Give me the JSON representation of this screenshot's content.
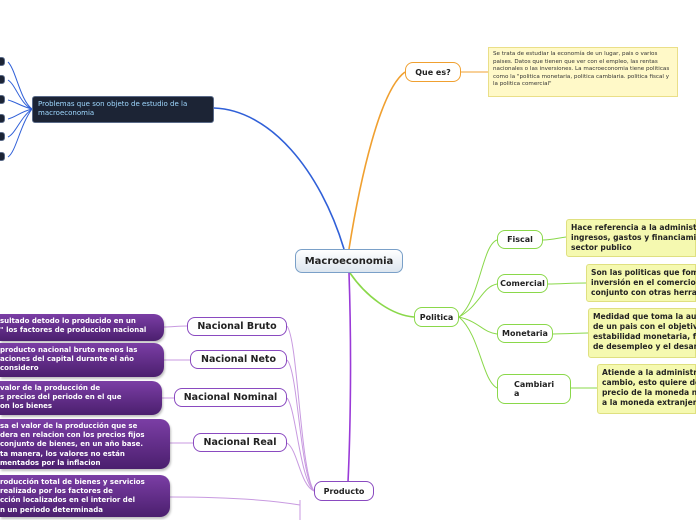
{
  "center": "Macroeconomia",
  "que_es": {
    "label": "Que es?",
    "note": [
      "Se trata de estudiar la economía de un lugar, pais o varios",
      "paises. Datos que tienen que ver con el empleo, las rentas",
      "nacionales o las inversiones. La macroeconomia tiene politicas",
      "como la \"politica monetaria, politica cambiaria. politica fiscal y",
      "la politica comercial\""
    ]
  },
  "problemas": {
    "label": [
      "Problemas que son objeto de estudio de la",
      "macroeconomia"
    ],
    "leaf_count": 6
  },
  "politica": {
    "label": "Politica",
    "children": [
      {
        "label": [
          "Fiscal"
        ],
        "note": [
          "Hace referencia a la administra",
          "ingresos, gastos y financiamies",
          "sector publico"
        ]
      },
      {
        "label": [
          "Comercial"
        ],
        "note": [
          "Son las politicas que fomen",
          "inversión en el comercio in",
          "conjunto con otras herram"
        ]
      },
      {
        "label": [
          "Monetaria"
        ],
        "note": [
          "Medidad que toma la auto",
          "de un pais con el objetivo",
          "estabilidad monetaria, fin",
          "de desempleo y el desarrol"
        ]
      },
      {
        "label": [
          "Cambiari",
          "a"
        ],
        "note": [
          "Atiende a la administra",
          "cambio, esto quiere dec",
          "precio de la moneda nac",
          "a la moneda extranjera"
        ]
      }
    ]
  },
  "producto": {
    "label": "Producto",
    "children": [
      {
        "label": "Nacional Bruto",
        "note": [
          "sultado detodo lo producido en un",
          "\" los factores de produccion nacional"
        ]
      },
      {
        "label": "Nacional Neto",
        "note": [
          "producto nacional bruto menos las",
          "aciones del capital durante el año",
          "considero"
        ]
      },
      {
        "label": "Nacional Nominal",
        "note": [
          "valor de la producción de",
          "s precios del periodo en el que",
          "on los bienes"
        ]
      },
      {
        "label": "Nacional Real",
        "note": [
          "sa el valor de la producción que se",
          "dera en relacion con los precios fijos",
          "conjunto de bienes, en un año base.",
          "ta manera, los valores no están",
          "mentados por la inflacion"
        ]
      },
      {
        "label": "",
        "note": [
          "roducción total de bienes y servicios",
          "realizado por los factores de",
          "cción localizados en el interior del",
          "n un periodo determinada"
        ]
      }
    ]
  },
  "colors": {
    "que_es": "#f0a030",
    "problemas": "#3060d8",
    "politica": "#8ad84a",
    "producto": "#9a3ad8"
  }
}
